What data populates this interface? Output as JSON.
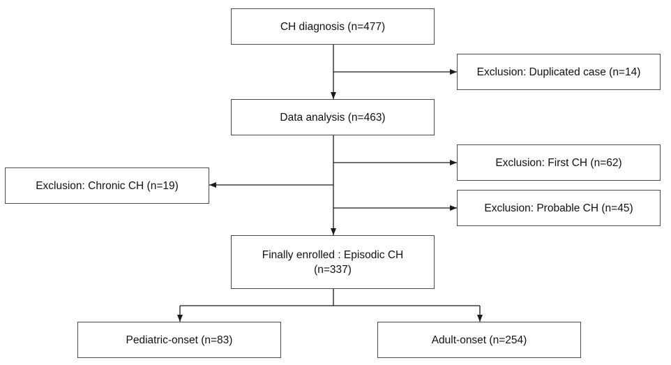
{
  "flowchart": {
    "diagnosis": "CH diagnosis (n=477)",
    "exclusion_duplicated": "Exclusion: Duplicated case (n=14)",
    "data_analysis": "Data analysis (n=463)",
    "exclusion_first": "Exclusion: First CH (n=62)",
    "exclusion_chronic": "Exclusion: Chronic CH (n=19)",
    "exclusion_probable": "Exclusion: Probable CH (n=45)",
    "enrolled_line1": "Finally enrolled : Episodic CH",
    "enrolled_line2": "(n=337)",
    "pediatric": "Pediatric-onset (n=83)",
    "adult": "Adult-onset (n=254)"
  },
  "colors": {
    "line": "#1a1a1a",
    "box_border": "#4a4a4a",
    "text": "#111111"
  }
}
